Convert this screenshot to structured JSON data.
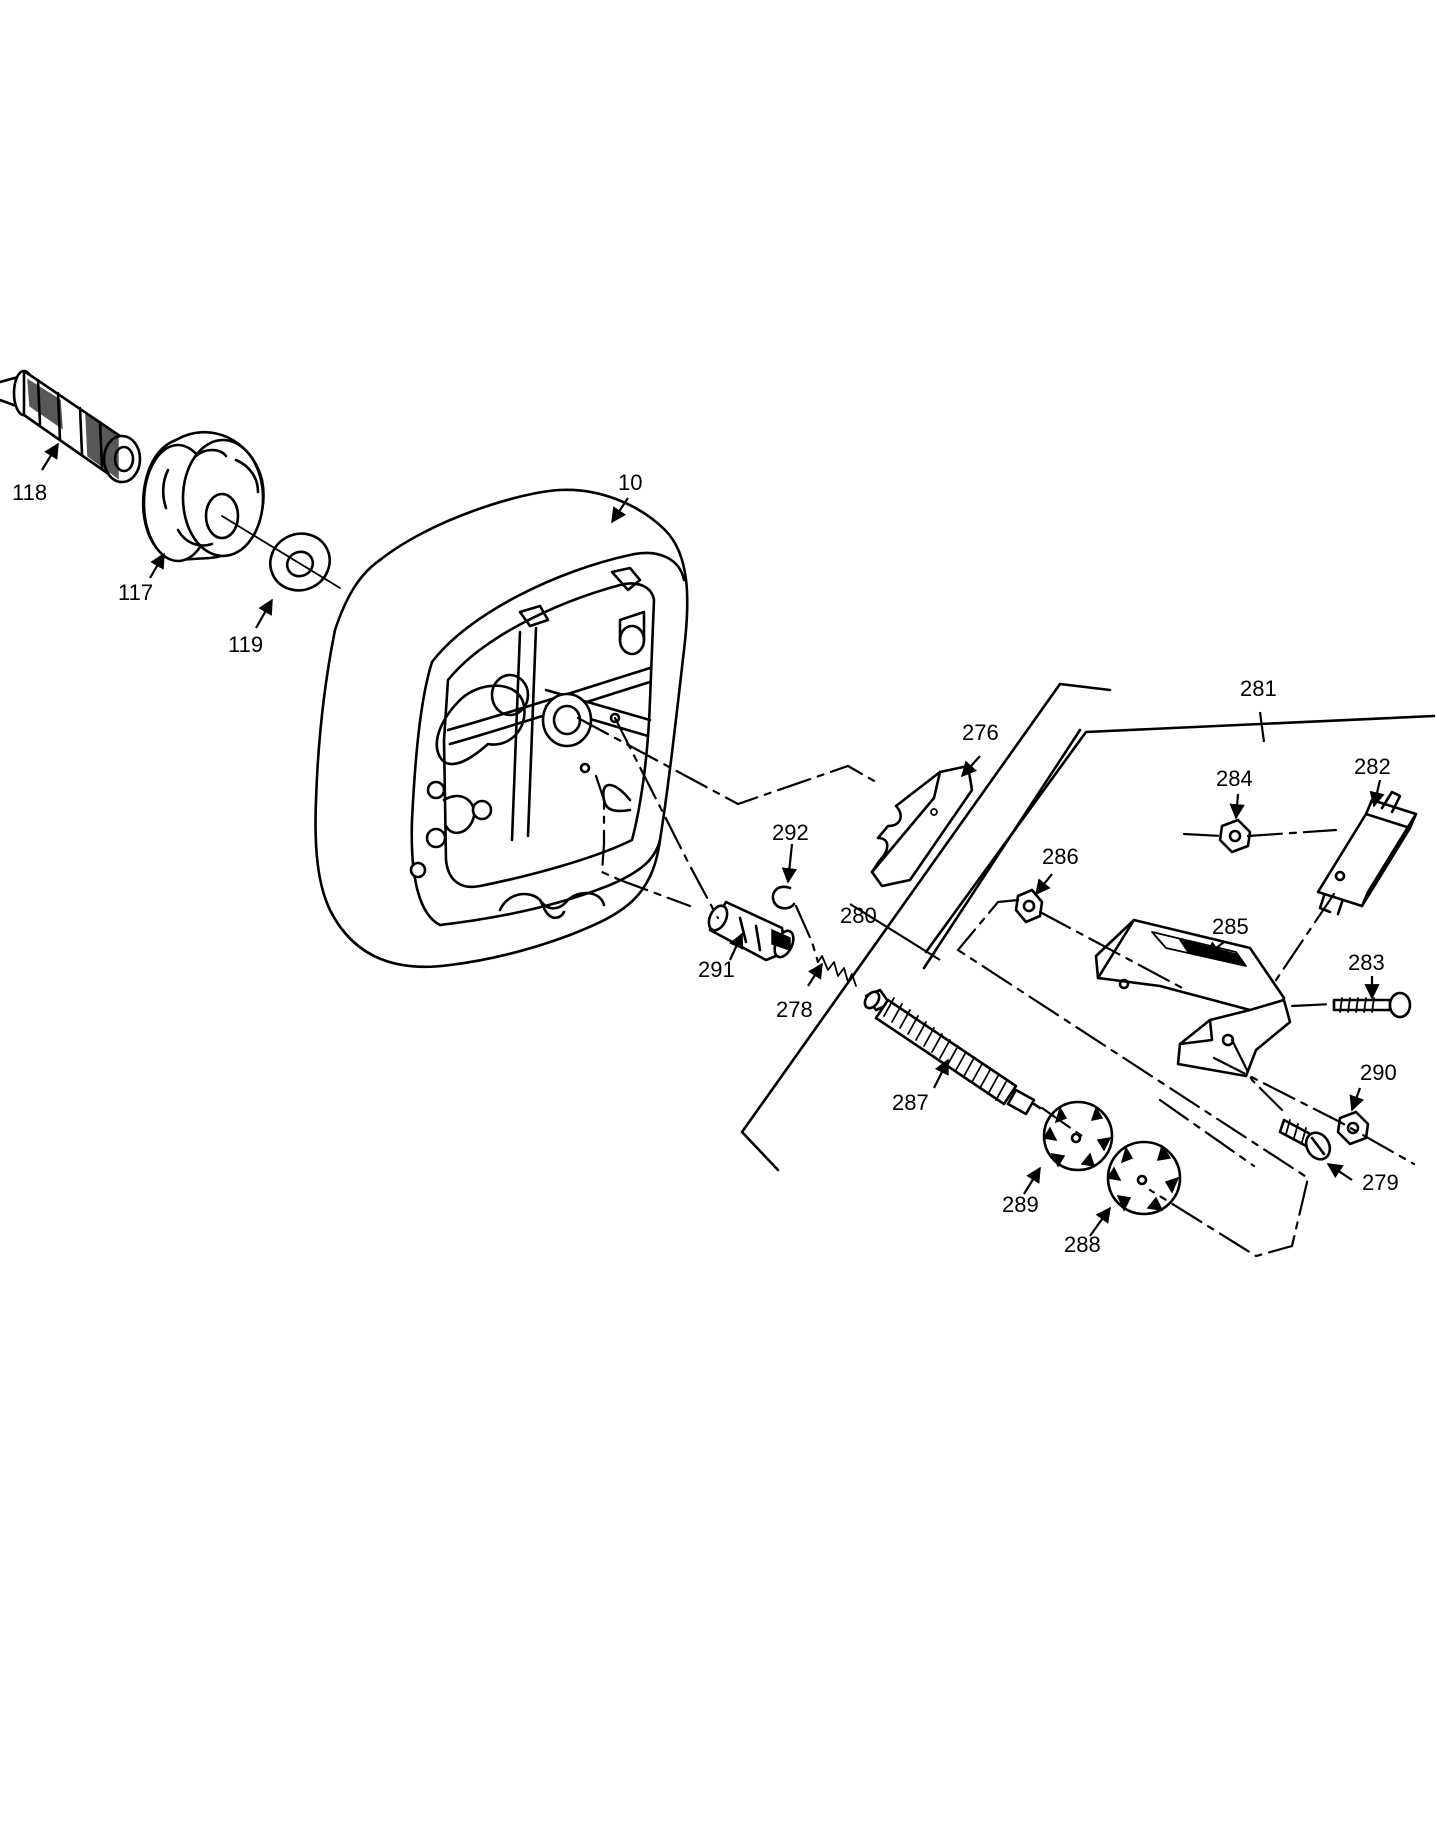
{
  "callouts": {
    "c10": "10",
    "c117": "117",
    "c118": "118",
    "c119": "119",
    "c276": "276",
    "c278": "278",
    "c279": "279",
    "c280": "280",
    "c281": "281",
    "c282": "282",
    "c283": "283",
    "c284": "284",
    "c285": "285",
    "c286": "286",
    "c287": "287",
    "c288": "288",
    "c289": "289",
    "c290": "290",
    "c291": "291",
    "c292": "292"
  },
  "colors": {
    "ink": "#000000",
    "paper": "#ffffff"
  }
}
